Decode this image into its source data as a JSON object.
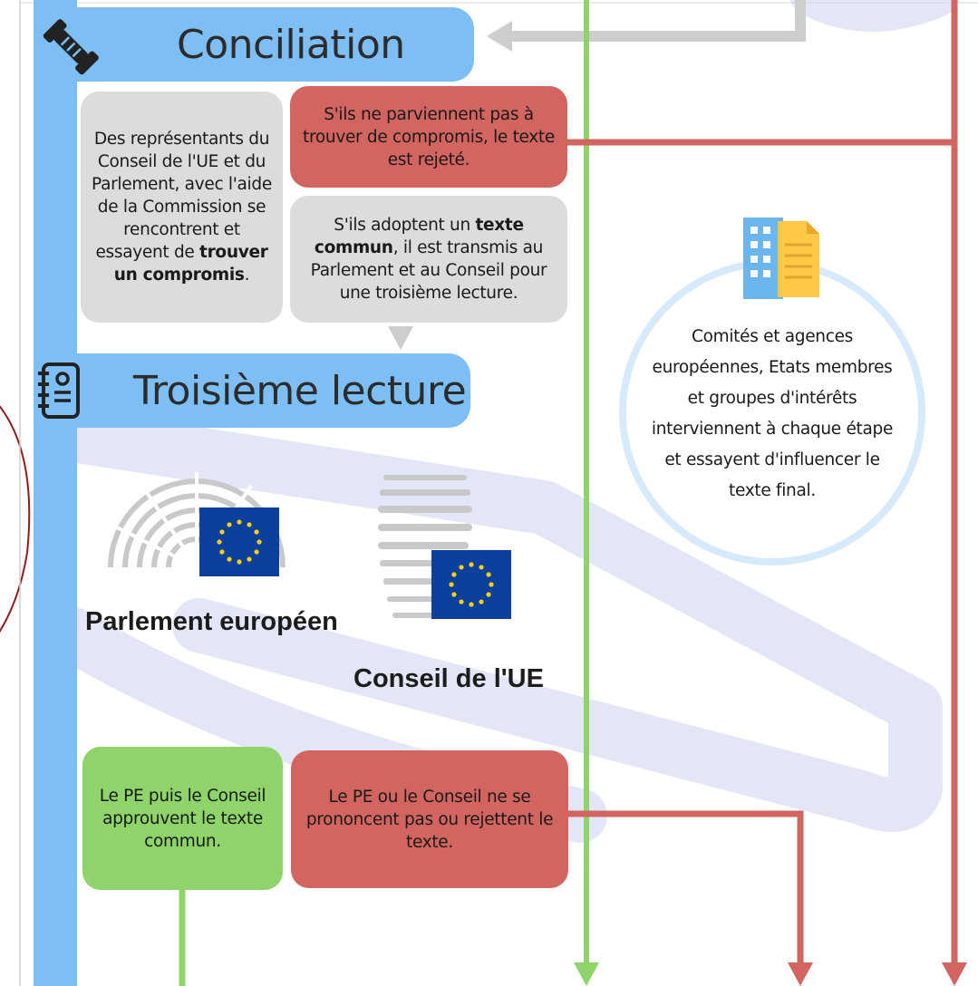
{
  "conciliation": {
    "title": "Conciliation",
    "left_text": [
      {
        "t": "Des représentants du"
      },
      {
        "t": "Conseil de l'UE et du"
      },
      {
        "t": "Parlement, avec l'aide"
      },
      {
        "t": "de la Commission se"
      },
      {
        "t": "rencontrent et"
      },
      {
        "t": "essayent de ",
        "b": "trouver"
      },
      {
        "b": "un compromis",
        "t2": "."
      }
    ],
    "reject_text": [
      {
        "t": "S'ils ne parviennent pas à"
      },
      {
        "t": "trouver de compromis, le texte"
      },
      {
        "t": "est rejeté."
      }
    ],
    "adopt_text": [
      {
        "t": "S'ils adoptent un ",
        "b": "texte"
      },
      {
        "b": "commun",
        "t2": ", il est transmis au"
      },
      {
        "t": "Parlement et au Conseil pour"
      },
      {
        "t": "une troisième lecture."
      }
    ]
  },
  "third_reading": {
    "title": "Troisième lecture",
    "parliament_label": "Parlement européen",
    "council_label": "Conseil de l'UE",
    "approve_text": [
      {
        "t": "Le PE puis le Conseil"
      },
      {
        "t": "approuvent le texte"
      },
      {
        "t": "commun."
      }
    ],
    "fail_text": [
      {
        "t": "Le PE ou le Conseil ne se"
      },
      {
        "t": "prononcent pas ou rejettent le"
      },
      {
        "t": "texte."
      }
    ]
  },
  "influence": {
    "text": [
      {
        "t": "Comités et agences"
      },
      {
        "t": "européennes, Etats membres"
      },
      {
        "t": "et groupes d'intérêts"
      },
      {
        "t": "interviennent à chaque étape"
      },
      {
        "t": "et essayent d'influencer le"
      },
      {
        "t": "texte final."
      }
    ]
  },
  "colors": {
    "blue": "#7dbff4",
    "grey": "#dcdcdc",
    "red": "#d2655f",
    "green": "#8ed46a",
    "eu_blue": "#0c3f9e",
    "eu_star": "#ffd200"
  },
  "icons": {
    "conciliation": "handshake-icon",
    "third_reading": "notebook-icon",
    "influence": "documents-buildings-icon",
    "parliament": "hemicycle-icon",
    "council": "council-building-icon",
    "flag": "eu-flag-icon"
  }
}
